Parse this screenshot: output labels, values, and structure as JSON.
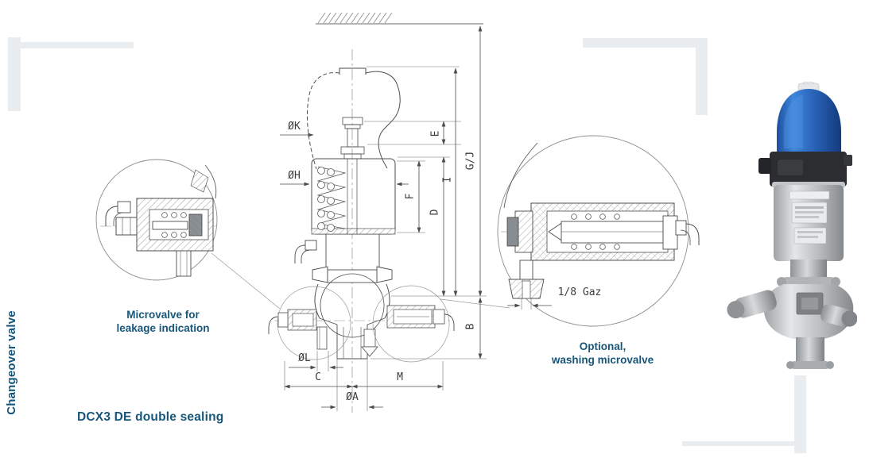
{
  "page": {
    "side_label": "Changeover valve",
    "product_title": "DCX3 DE double sealing"
  },
  "drawing": {
    "dimensions": {
      "diam_k": "ØK",
      "diam_h": "ØH",
      "diam_l": "ØL",
      "diam_a": "ØA",
      "length_c": "C",
      "length_m": "M",
      "height_b": "B",
      "height_d": "D",
      "height_f": "F",
      "height_i": "I",
      "height_e": "E",
      "height_gj": "G/J",
      "thread": "1/8 Gaz"
    },
    "callouts": {
      "leakage": {
        "line1": "Microvalve for",
        "line2": "leakage indication"
      },
      "washing": {
        "line1": "Optional,",
        "line2": "washing microvalve"
      }
    }
  },
  "colors": {
    "caption_text": "#17567a",
    "drawing_line": "#4d4d4d",
    "actuator_blue": "#2b66b8",
    "bracket_gray": "#e9edf0"
  }
}
